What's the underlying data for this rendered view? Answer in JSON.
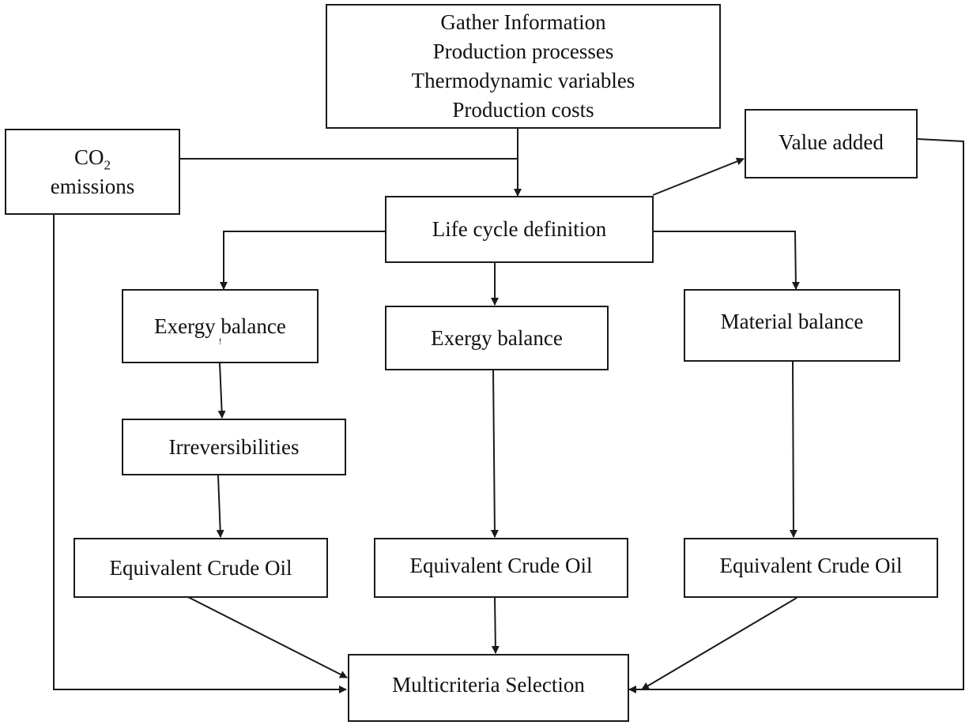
{
  "diagram": {
    "gather_info": {
      "lines": [
        "Gather Information",
        "Production processes",
        "Thermodynamic variables",
        "Production costs"
      ]
    },
    "co2": {
      "prefix": "CO",
      "subscript": "2",
      "suffix": "emissions"
    },
    "value_added": {
      "label": "Value added"
    },
    "life_cycle": {
      "label": "Life cycle definition"
    },
    "exergy_left": {
      "label": "Exergy balance",
      "mark": "!"
    },
    "exergy_mid": {
      "label": "Exergy balance"
    },
    "material": {
      "label": "Material balance"
    },
    "irreversibilities": {
      "label": "Irreversibilities"
    },
    "eco_left": {
      "label": "Equivalent Crude Oil"
    },
    "eco_mid": {
      "label": "Equivalent Crude Oil"
    },
    "eco_right": {
      "label": "Equivalent Crude Oil"
    },
    "multicriteria": {
      "label": "Multicriteria Selection"
    }
  }
}
